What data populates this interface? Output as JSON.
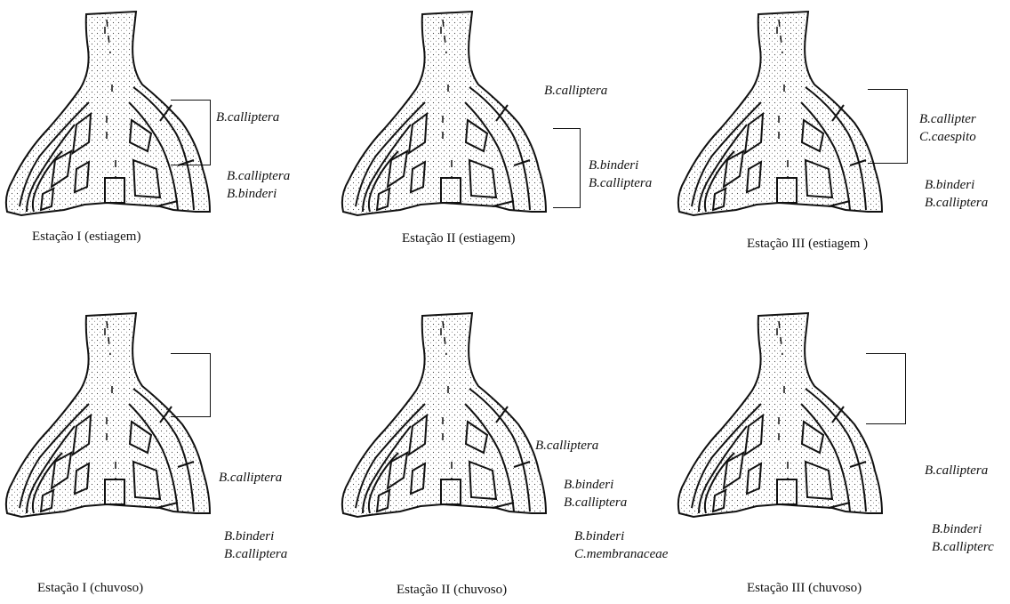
{
  "panels": [
    {
      "caption": "Estação I (estiagem)",
      "labels": [
        {
          "lines": [
            "B.calliptera"
          ]
        },
        {
          "lines": [
            "B.calliptera",
            "B.binderi"
          ]
        }
      ]
    },
    {
      "caption": "Estação II (estiagem)",
      "labels": [
        {
          "lines": [
            "B.calliptera"
          ]
        },
        {
          "lines": [
            "B.binderi",
            "B.calliptera"
          ]
        }
      ]
    },
    {
      "caption": "Estação III (estiagem )",
      "labels": [
        {
          "lines": [
            "B.callipter",
            "C.caespito"
          ]
        },
        {
          "lines": [
            "B.binderi",
            "B.calliptera"
          ]
        }
      ]
    },
    {
      "caption": "Estação I (chuvoso)",
      "labels": [
        {
          "lines": [
            "B.calliptera"
          ]
        },
        {
          "lines": [
            "B.binderi",
            "B.calliptera"
          ]
        }
      ]
    },
    {
      "caption": "Estação II (chuvoso)",
      "labels": [
        {
          "lines": [
            "B.calliptera"
          ]
        },
        {
          "lines": [
            "B.binderi",
            "B.calliptera"
          ]
        },
        {
          "lines": [
            "B.binderi",
            "C.membranaceae"
          ]
        }
      ]
    },
    {
      "caption": "Estação III  (chuvoso)",
      "labels": [
        {
          "lines": [
            "B.calliptera"
          ]
        },
        {
          "lines": [
            "B.binderi",
            "B.callipterc"
          ]
        }
      ]
    }
  ]
}
